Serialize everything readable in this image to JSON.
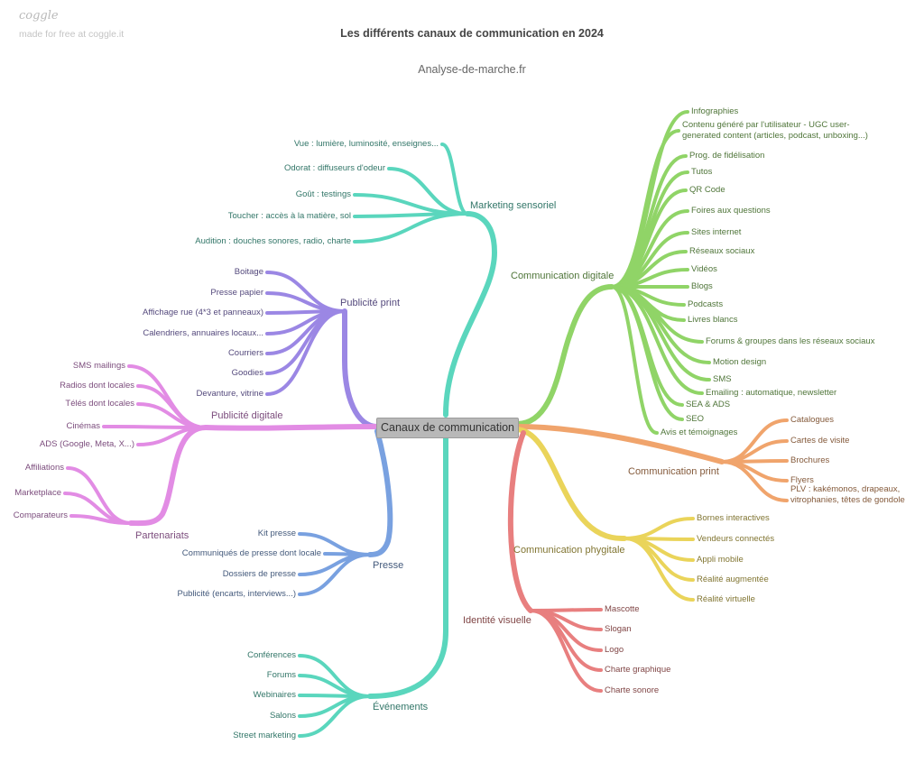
{
  "header": {
    "logo": "coggle",
    "made_for_free": "made for free at coggle.it",
    "title": "Les différents canaux de communication en 2024",
    "subtitle": "Analyse-de-marche.fr"
  },
  "center": "Canaux de communication",
  "colors": {
    "marketing_sensoriel": "#5ad6bd",
    "publicite_print": "#9b87e4",
    "publicite_digitale": "#e28ce4",
    "partenariats": "#e28ce4",
    "presse": "#79a1e0",
    "evenements": "#5ad6bd",
    "communication_digitale": "#90d467",
    "communication_print": "#f0a46c",
    "communication_phygitale": "#ead45a",
    "identite_visuelle": "#e87f7f"
  },
  "branches": [
    {
      "id": "marketing_sensoriel",
      "label": "Marketing sensoriel",
      "items": [
        "Vue : lumière, luminosité, enseignes...",
        "Odorat : diffuseurs d'odeur",
        "Goût : testings",
        "Toucher : accès à la matière, sol",
        "Audition : douches sonores, radio, charte"
      ]
    },
    {
      "id": "publicite_print",
      "label": "Publicité print",
      "items": [
        "Boitage",
        "Presse papier",
        "Affichage rue (4*3 et panneaux)",
        "Calendriers, annuaires locaux...",
        "Courriers",
        "Goodies",
        "Devanture, vitrine"
      ]
    },
    {
      "id": "publicite_digitale",
      "label": "Publicité digitale",
      "items": [
        "SMS mailings",
        "Radios dont locales",
        "Télés dont locales",
        "Cinémas",
        "ADS (Google, Meta, X...)"
      ]
    },
    {
      "id": "partenariats",
      "label": "Partenariats",
      "items": [
        "Affiliations",
        "Marketplace",
        "Comparateurs"
      ]
    },
    {
      "id": "presse",
      "label": "Presse",
      "items": [
        "Kit presse",
        "Communiqués de presse dont locale",
        "Dossiers de presse",
        "Publicité (encarts, interviews...)"
      ]
    },
    {
      "id": "evenements",
      "label": "Événements",
      "items": [
        "Conférences",
        "Forums",
        "Webinaires",
        "Salons",
        "Street marketing"
      ]
    },
    {
      "id": "communication_digitale",
      "label": "Communication digitale",
      "items": [
        "Infographies",
        "Contenu généré par l'utilisateur - UGC user-generated content (articles, podcast, unboxing...)",
        "Prog. de fidélisation",
        "Tutos",
        "QR Code",
        "Foires aux questions",
        "Sites internet",
        "Réseaux sociaux",
        "Vidéos",
        "Blogs",
        "Podcasts",
        "Livres blancs",
        "Forums & groupes dans les réseaux sociaux",
        "Motion design",
        "SMS",
        "Emailing : automatique, newsletter",
        "SEA & ADS",
        "SEO",
        "Avis et témoignages"
      ]
    },
    {
      "id": "communication_print",
      "label": "Communication print",
      "items": [
        "Catalogues",
        "Cartes de visite",
        "Brochures",
        "Flyers",
        "PLV : kakémonos, drapeaux, vitrophanies, têtes de gondole"
      ]
    },
    {
      "id": "communication_phygitale",
      "label": "Communication phygitale",
      "items": [
        "Bornes interactives",
        "Vendeurs connectés",
        "Appli mobile",
        "Réalité augmentée",
        "Réalité virtuelle"
      ]
    },
    {
      "id": "identite_visuelle",
      "label": "Identité visuelle",
      "items": [
        "Mascotte",
        "Slogan",
        "Logo",
        "Charte graphique",
        "Charte sonore"
      ]
    }
  ]
}
